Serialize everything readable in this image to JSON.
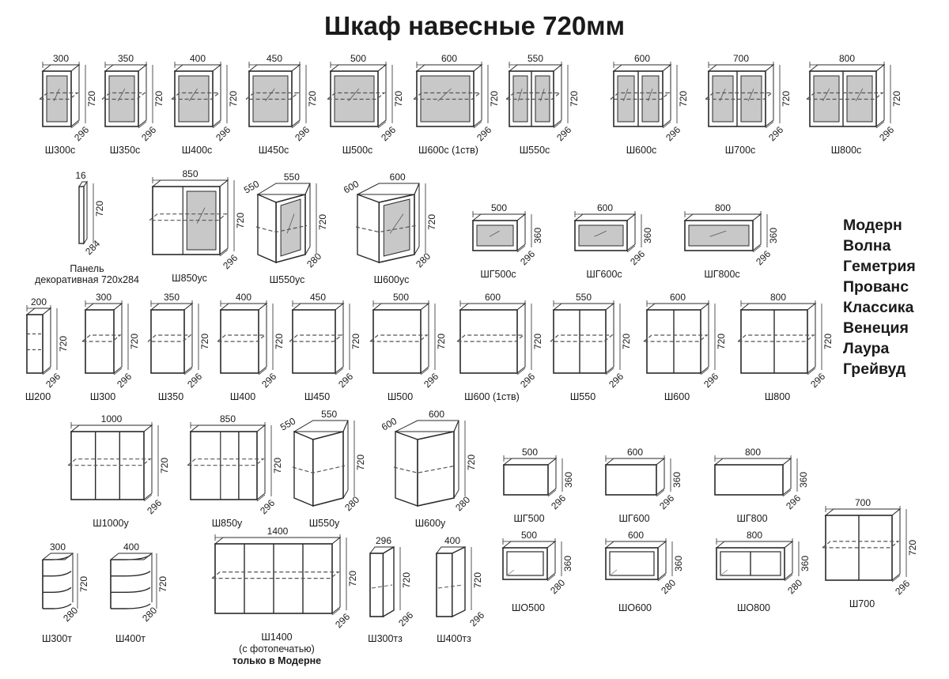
{
  "title": "Шкаф навесные 720мм",
  "collections": [
    "Модерн",
    "Волна",
    "Гeметрия",
    "Прованс",
    "Классика",
    "Венеция",
    "Лаура",
    "Грейвуд"
  ],
  "cabinets": [
    {
      "type": "box",
      "id": "Ш300с",
      "label": "Ш300с",
      "w": "300",
      "h": "720",
      "d": "296",
      "doors": 1,
      "glass": true
    },
    {
      "type": "box",
      "id": "Ш350с",
      "label": "Ш350с",
      "w": "350",
      "h": "720",
      "d": "296",
      "doors": 1,
      "glass": true
    },
    {
      "type": "box",
      "id": "Ш400с",
      "label": "Ш400с",
      "w": "400",
      "h": "720",
      "d": "296",
      "doors": 1,
      "glass": true
    },
    {
      "type": "box",
      "id": "Ш450с",
      "label": "Ш450с",
      "w": "450",
      "h": "720",
      "d": "296",
      "doors": 1,
      "glass": true
    },
    {
      "type": "box",
      "id": "Ш500с",
      "label": "Ш500с",
      "w": "500",
      "h": "720",
      "d": "296",
      "doors": 1,
      "glass": true
    },
    {
      "type": "box",
      "id": "Ш600с1",
      "label": "Ш600с (1ств)",
      "w": "600",
      "h": "720",
      "d": "296",
      "doors": 1,
      "glass": true
    },
    {
      "type": "box",
      "id": "Ш550с",
      "label": "Ш550с",
      "w": "550",
      "h": "720",
      "d": "296",
      "doors": 2,
      "glass": true
    },
    {
      "type": "box",
      "id": "Ш600с",
      "label": "Ш600с",
      "w": "600",
      "h": "720",
      "d": "296",
      "doors": 2,
      "glass": true
    },
    {
      "type": "box",
      "id": "Ш700с",
      "label": "Ш700с",
      "w": "700",
      "h": "720",
      "d": "296",
      "doors": 2,
      "glass": true
    },
    {
      "type": "box",
      "id": "Ш800с",
      "label": "Ш800с",
      "w": "800",
      "h": "720",
      "d": "296",
      "doors": 2,
      "glass": true
    },
    {
      "type": "panel",
      "id": "panel",
      "label": "Панель",
      "label2": "декоративная 720х284",
      "w": "16",
      "h": "720",
      "d": "284"
    },
    {
      "type": "box",
      "id": "Ш850ус",
      "label": "Ш850ус",
      "w": "850",
      "h": "720",
      "d": "296",
      "doors": 1,
      "glass": true,
      "corner": true
    },
    {
      "type": "angled",
      "id": "Ш550ус",
      "label": "Ш550ус",
      "w": "550",
      "w2": "550",
      "h": "720",
      "d": "280",
      "glass": true
    },
    {
      "type": "angled",
      "id": "Ш600ус",
      "label": "Ш600ус",
      "w": "600",
      "w2": "600",
      "h": "720",
      "d": "280",
      "glass": true
    },
    {
      "type": "box",
      "id": "ШГ500с",
      "label": "ШГ500с",
      "w": "500",
      "h": "360",
      "d": "296",
      "doors": 1,
      "glass": true
    },
    {
      "type": "box",
      "id": "ШГ600с",
      "label": "ШГ600с",
      "w": "600",
      "h": "360",
      "d": "296",
      "doors": 1,
      "glass": true
    },
    {
      "type": "box",
      "id": "ШГ800с",
      "label": "ШГ800с",
      "w": "800",
      "h": "360",
      "d": "296",
      "doors": 1,
      "glass": true
    },
    {
      "type": "box",
      "id": "Ш200",
      "label": "Ш200",
      "w": "200",
      "h": "720",
      "d": "296",
      "doors": 1,
      "open": true
    },
    {
      "type": "box",
      "id": "Ш300",
      "label": "Ш300",
      "w": "300",
      "h": "720",
      "d": "296",
      "doors": 1
    },
    {
      "type": "box",
      "id": "Ш350",
      "label": "Ш350",
      "w": "350",
      "h": "720",
      "d": "296",
      "doors": 1
    },
    {
      "type": "box",
      "id": "Ш400",
      "label": "Ш400",
      "w": "400",
      "h": "720",
      "d": "296",
      "doors": 1
    },
    {
      "type": "box",
      "id": "Ш450",
      "label": "Ш450",
      "w": "450",
      "h": "720",
      "d": "296",
      "doors": 1
    },
    {
      "type": "box",
      "id": "Ш500",
      "label": "Ш500",
      "w": "500",
      "h": "720",
      "d": "296",
      "doors": 1
    },
    {
      "type": "box",
      "id": "Ш600_1",
      "label": "Ш600 (1ств)",
      "w": "600",
      "h": "720",
      "d": "296",
      "doors": 1
    },
    {
      "type": "box",
      "id": "Ш550",
      "label": "Ш550",
      "w": "550",
      "h": "720",
      "d": "296",
      "doors": 2
    },
    {
      "type": "box",
      "id": "Ш600",
      "label": "Ш600",
      "w": "600",
      "h": "720",
      "d": "296",
      "doors": 2
    },
    {
      "type": "box",
      "id": "Ш800",
      "label": "Ш800",
      "w": "800",
      "h": "720",
      "d": "296",
      "doors": 2
    },
    {
      "type": "box",
      "id": "Ш1000у",
      "label": "Ш1000у",
      "w": "1000",
      "h": "720",
      "d": "296",
      "doors": 3
    },
    {
      "type": "box",
      "id": "Ш850у",
      "label": "Ш850у",
      "w": "850",
      "h": "720",
      "d": "296",
      "doors": 2,
      "corner": true
    },
    {
      "type": "angled",
      "id": "Ш550у",
      "label": "Ш550у",
      "w": "550",
      "w2": "550",
      "h": "720",
      "d": "280"
    },
    {
      "type": "angled",
      "id": "Ш600у",
      "label": "Ш600у",
      "w": "600",
      "w2": "600",
      "h": "720",
      "d": "280"
    },
    {
      "type": "box",
      "id": "ШГ500",
      "label": "ШГ500",
      "w": "500",
      "h": "360",
      "d": "296",
      "doors": 1,
      "noshelf": true
    },
    {
      "type": "box",
      "id": "ШГ600",
      "label": "ШГ600",
      "w": "600",
      "h": "360",
      "d": "296",
      "doors": 1,
      "noshelf": true
    },
    {
      "type": "box",
      "id": "ШГ800",
      "label": "ШГ800",
      "w": "800",
      "h": "360",
      "d": "296",
      "doors": 1,
      "noshelf": true
    },
    {
      "type": "shelf",
      "id": "Ш300т",
      "label": "Ш300т",
      "w": "300",
      "h": "720",
      "d": "280"
    },
    {
      "type": "shelf",
      "id": "Ш400т",
      "label": "Ш400т",
      "w": "400",
      "h": "720",
      "d": "280"
    },
    {
      "type": "box",
      "id": "Ш1400",
      "label": "Ш1400",
      "label2": "(с фотопечатью)",
      "label3": "только в Модерне",
      "w": "1400",
      "h": "720",
      "d": "296",
      "doors": 4
    },
    {
      "type": "tall",
      "id": "Ш300тз",
      "label": "Ш300тз",
      "w": "296",
      "h": "720",
      "d": "296"
    },
    {
      "type": "tall",
      "id": "Ш400тз",
      "label": "Ш400тз",
      "w": "400",
      "h": "720",
      "d": "296"
    },
    {
      "type": "openbox",
      "id": "ШО500",
      "label": "ШО500",
      "w": "500",
      "h": "360",
      "d": "280",
      "div": false
    },
    {
      "type": "openbox",
      "id": "ШО600",
      "label": "ШО600",
      "w": "600",
      "h": "360",
      "d": "280",
      "div": false
    },
    {
      "type": "openbox",
      "id": "ШО800",
      "label": "ШО800",
      "w": "800",
      "h": "360",
      "d": "280",
      "div": true
    },
    {
      "type": "box",
      "id": "Ш700",
      "label": "Ш700",
      "w": "700",
      "h": "720",
      "d": "296",
      "doors": 2
    }
  ]
}
